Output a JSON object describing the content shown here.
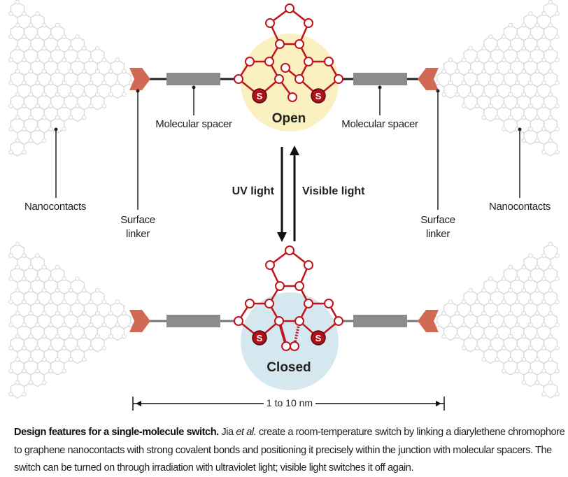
{
  "labels": {
    "molecular_spacer_left": "Molecular spacer",
    "molecular_spacer_right": "Molecular spacer",
    "nanocontacts_left": "Nanocontacts",
    "nanocontacts_right": "Nanocontacts",
    "surface_linker_left": "Surface linker",
    "surface_linker_right": "Surface linker"
  },
  "states": {
    "open": "Open",
    "closed": "Closed"
  },
  "atoms": {
    "sulfur": "S"
  },
  "light": {
    "uv": "UV light",
    "visible": "Visible light"
  },
  "scale_bar": "1 to 10 nm",
  "caption": {
    "title": "Design features for a single-molecule switch.",
    "author": "Jia",
    "etal": "et al.",
    "body": " create a room-temperature switch by linking a diarylethene chromophore to graphene nanocontacts with strong covalent bonds and positioning it precisely within the junction with molecular spacers. The switch can be turned on through irradiation with ultraviolet light; visible light switches it off again."
  },
  "colors": {
    "molecule": "#c0141c",
    "spacer": "#8c8c8c",
    "linker": "#d06a55",
    "open_glow": "#fbf0c0",
    "closed_glow": "#d5e8ef",
    "lattice": "#d8d8d8"
  }
}
